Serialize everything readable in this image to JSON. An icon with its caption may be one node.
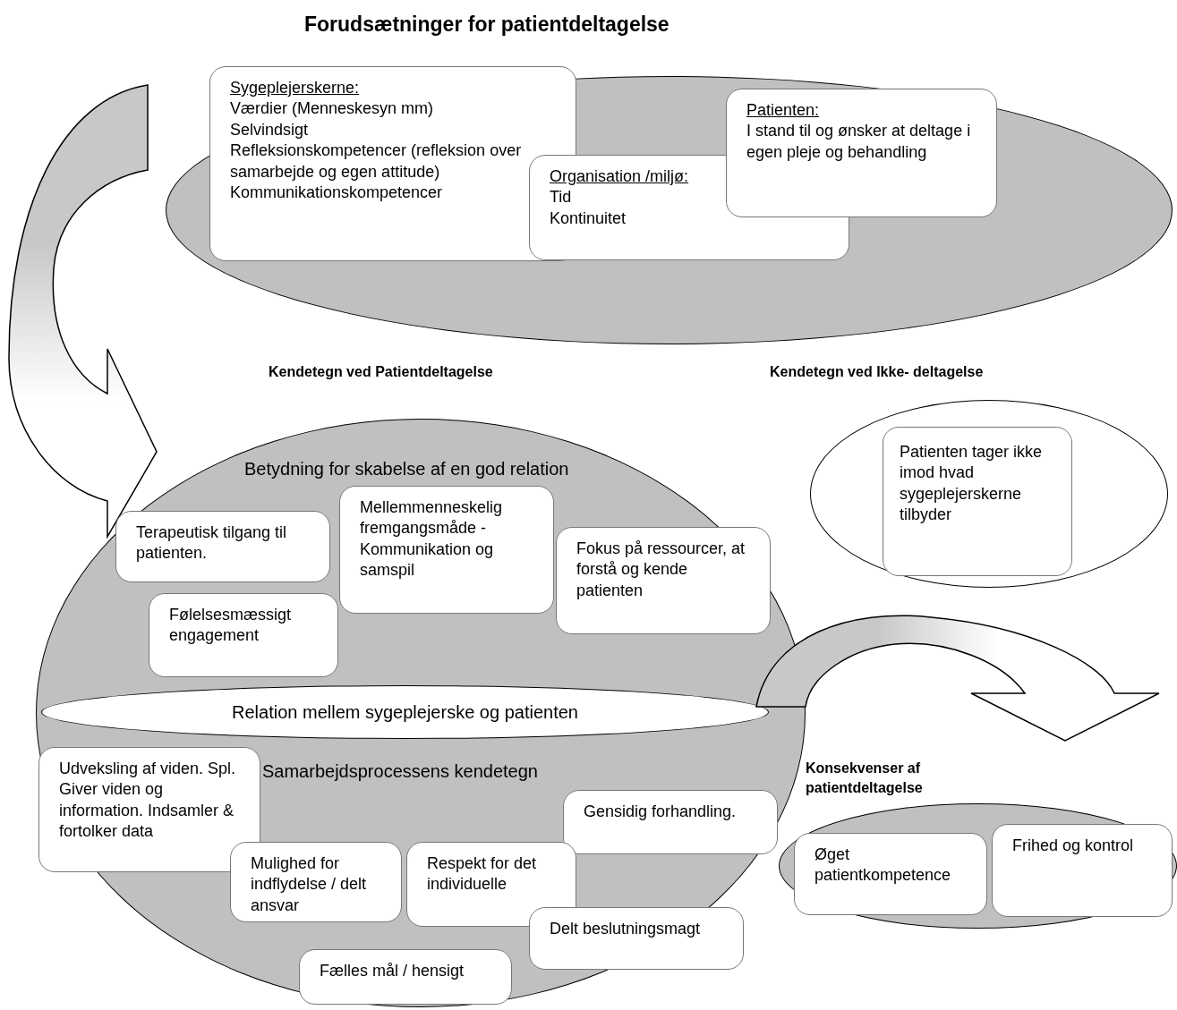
{
  "diagram": {
    "title": "Forudsætninger for patientdeltagelse",
    "nodes": [
      {
        "text": [],
        "shape": "ellipse"
      },
      {
        "text": [
          "Sygeplejerskerne:",
          "Værdier (Menneskesyn mm)",
          "Selvindsigt",
          "Refleksionskompetencer (refleksion over samarbejde og egen attitude)",
          "Kommunikationskompetencer"
        ],
        "in": 0
      },
      {
        "text": [
          "Organisation /miljø:",
          "Tid",
          "Kontinuitet"
        ],
        "in": 0
      },
      {
        "text": [
          "Patienten:",
          "I stand til og ønsker at deltage i egen pleje og behandling"
        ],
        "in": 0
      },
      {
        "text": [
          "Betydning for skabelse af en god relation",
          "Samarbejdsprocessens kendetegn"
        ]
      },
      {
        "text": [
          "Terapeutisk tilgang til patienten."
        ],
        "in": 4
      },
      {
        "text": [
          "Mellemmenneskelig fremgangsmåde - Kommunikation og samspil"
        ],
        "in": 4
      },
      {
        "text": [
          "Fokus på ressourcer, at forstå og kende patienten"
        ],
        "in": 4
      },
      {
        "text": [
          "Følelsesmæssigt engagement"
        ],
        "in": 4
      },
      {
        "text": [
          "Relation mellem sygeplejerske og patienten"
        ],
        "in": 4
      },
      {
        "text": [
          "Udveksling af viden. Spl. Giver viden og information. Indsamler & fortolker data"
        ],
        "in": 4
      },
      {
        "text": [
          "Gensidig forhandling."
        ],
        "in": 4
      },
      {
        "text": [
          "Mulighed for indflydelse / delt ansvar"
        ],
        "in": 4
      },
      {
        "text": [
          "Respekt for det individuelle"
        ],
        "in": 4
      },
      {
        "text": [
          "Delt beslutningsmagt"
        ],
        "in": 4
      },
      {
        "text": [
          "Fælles mål / hensigt"
        ],
        "in": 4
      },
      {
        "text": [],
        "shape": "ellipse"
      },
      {
        "text": [
          "Patienten tager ikke imod hvad sygeplejerskerne tilbyder"
        ],
        "in": 16
      },
      {
        "text": [],
        "shape": "ellipse"
      },
      {
        "text": [
          "Øget patientkompetence"
        ],
        "in": 18
      },
      {
        "text": [
          "Frihed og kontrol"
        ],
        "in": 18
      }
    ],
    "edges": [
      {
        "from": 0,
        "to": 4,
        "arrow": "to"
      },
      {
        "from": 4,
        "to": 18,
        "arrow": "to"
      }
    ],
    "labels": [
      "Kendetegn ved Patientdeltagelse",
      "Kendetegn ved Ikke- deltagelse",
      "Konsekvenser af patientdeltagelse"
    ]
  }
}
